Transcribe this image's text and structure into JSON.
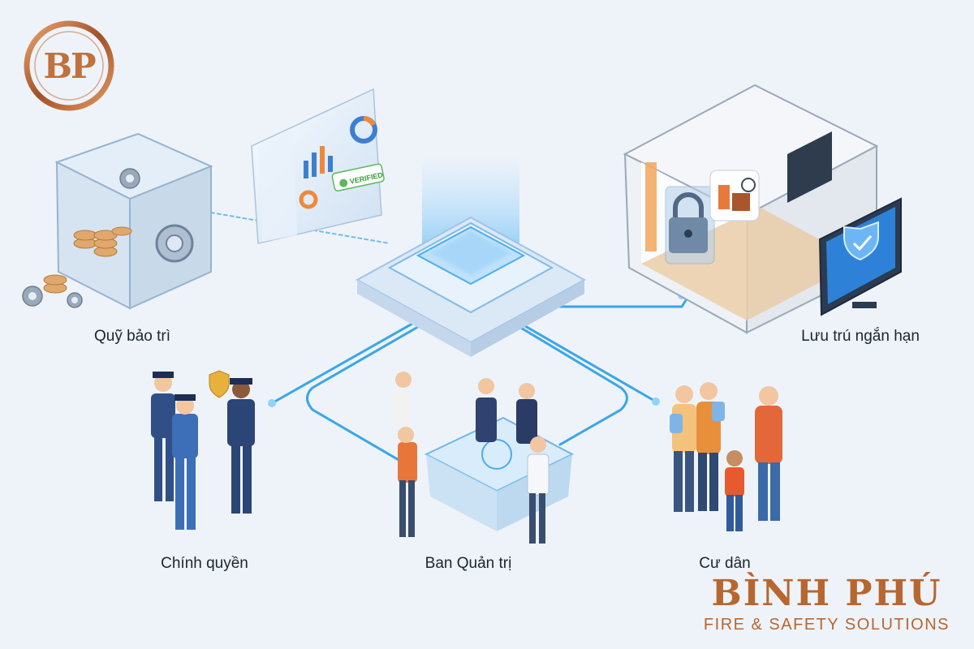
{
  "logo": {
    "text": "BP"
  },
  "nodes": [
    {
      "id": "fund",
      "label": "Quỹ bảo trì",
      "icon": "safe-icon"
    },
    {
      "id": "stay",
      "label": "Lưu trú ngắn hạn",
      "icon": "apartment-icon"
    },
    {
      "id": "authority",
      "label": "Chính quyền",
      "icon": "police-icon"
    },
    {
      "id": "board",
      "label": "Ban Quản trị",
      "icon": "meeting-icon"
    },
    {
      "id": "residents",
      "label": "Cư dân",
      "icon": "family-icon"
    }
  ],
  "dashboard": {
    "badge": "VERIFIED"
  },
  "brand": {
    "name": "BÌNH PHÚ",
    "tagline": "FIRE & SAFETY SOLUTIONS"
  },
  "colors": {
    "accent": "#3aa6e8",
    "brand": "#b8662f",
    "background": "#eef3f9"
  }
}
